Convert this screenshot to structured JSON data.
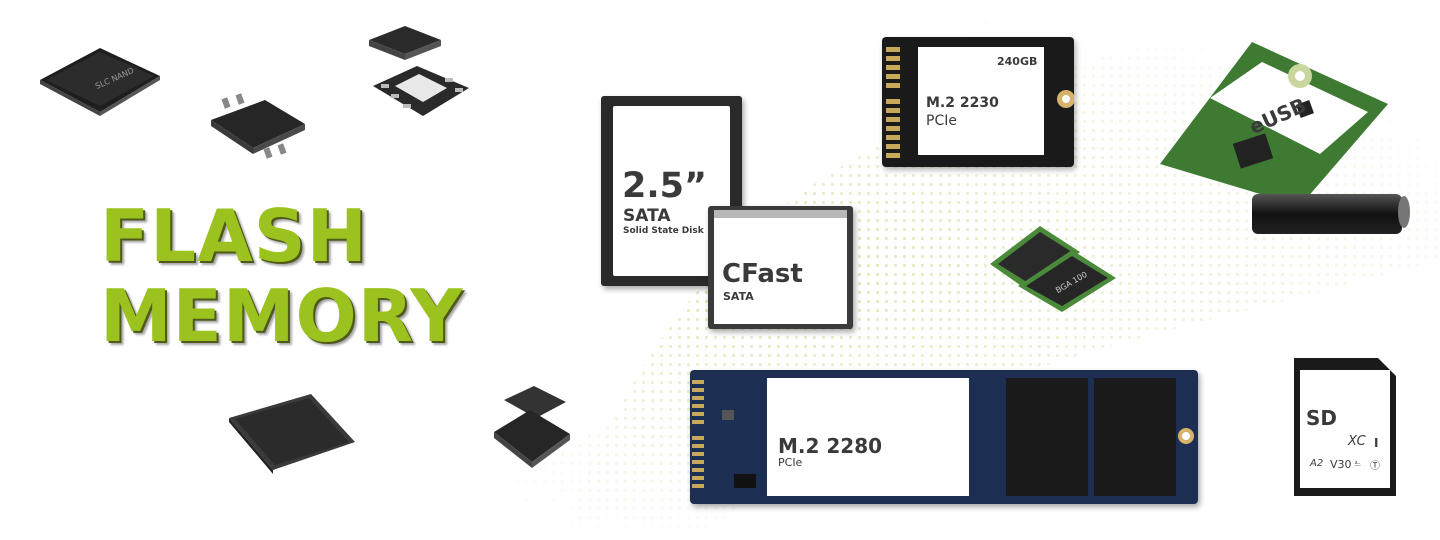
{
  "headline": {
    "line1": "FLASH",
    "line2": "MEMORY",
    "color": "#9bc21e"
  },
  "products": {
    "ssd_25": {
      "size": "2.5”",
      "interface": "SATA",
      "desc": "Solid State Disk"
    },
    "cfast": {
      "name": "CFast",
      "interface": "SATA"
    },
    "m2_2230": {
      "capacity": "240GB",
      "name": "M.2 2230",
      "interface": "PCIe"
    },
    "m2_2280": {
      "name": "M.2 2280",
      "interface": "PCIe"
    },
    "eusb": {
      "name": "eUSB"
    },
    "bga": {
      "label": "BGA 100"
    },
    "sd": {
      "name": "SD",
      "logo": "XC",
      "speed": "V30",
      "app": "A2",
      "uhs": "I"
    },
    "nand": {
      "label": "SLC NAND"
    }
  },
  "colors": {
    "accent": "#9bc21e",
    "pcb_blue": "#1c2f52",
    "pcb_green": "#3f7a32",
    "chip": "#2b2b2b"
  }
}
